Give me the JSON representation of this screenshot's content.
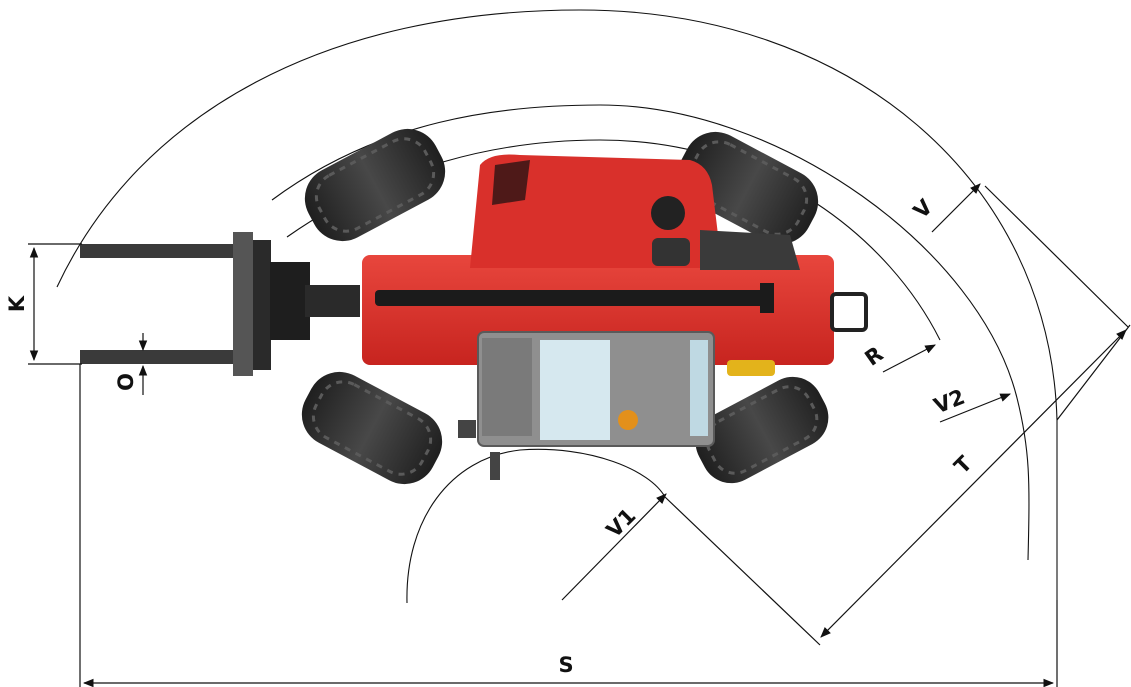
{
  "labels": {
    "K": "K",
    "O": "O",
    "S": "S",
    "T": "T",
    "V": "V",
    "V1": "V1",
    "V2": "V2",
    "R": "R"
  },
  "colors": {
    "line": "#111111",
    "body_red": "#d9302b",
    "body_red_dark": "#a8201c",
    "tyre": "#2f2f2f",
    "tyre_tread": "#4a4a4a",
    "cab_grey": "#9a9a9a",
    "glass": "#cfe3ec",
    "fork": "#3a3a3a",
    "accent_yellow": "#e3b31b"
  }
}
